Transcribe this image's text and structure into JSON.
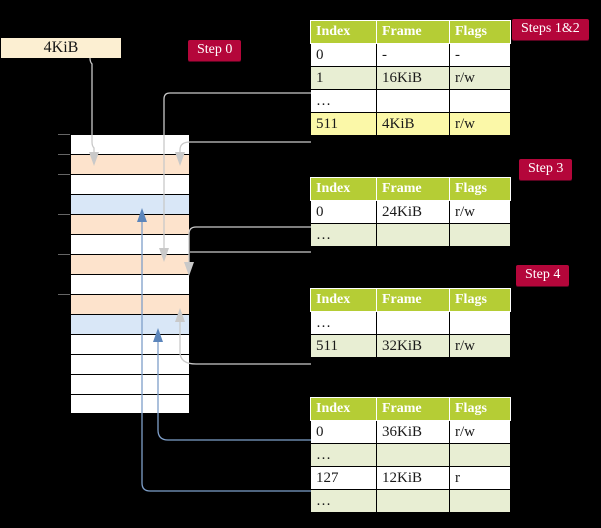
{
  "diagram": {
    "title_label": "4KiB",
    "badges": [
      {
        "id": "step0",
        "label": "Step 0"
      },
      {
        "id": "steps12",
        "label": "Steps 1&2"
      },
      {
        "id": "step3",
        "label": "Step 3"
      },
      {
        "id": "step4",
        "label": "Step 4"
      }
    ],
    "memory_blocks": [
      {
        "index": 0,
        "fill": "white",
        "tick": true
      },
      {
        "index": 1,
        "fill": "peach",
        "tick": true
      },
      {
        "index": 2,
        "fill": "white",
        "tick": true
      },
      {
        "index": 3,
        "fill": "blue",
        "tick": false
      },
      {
        "index": 4,
        "fill": "peach",
        "tick": true
      },
      {
        "index": 5,
        "fill": "white",
        "tick": false
      },
      {
        "index": 6,
        "fill": "peach",
        "tick": true
      },
      {
        "index": 7,
        "fill": "white",
        "tick": false
      },
      {
        "index": 8,
        "fill": "peach",
        "tick": true
      },
      {
        "index": 9,
        "fill": "blue",
        "tick": false
      },
      {
        "index": 10,
        "fill": "white",
        "tick": false
      },
      {
        "index": 11,
        "fill": "white",
        "tick": false
      },
      {
        "index": 12,
        "fill": "white",
        "tick": false
      },
      {
        "index": 13,
        "fill": "white",
        "tick": false
      }
    ],
    "tables": [
      {
        "id": "table-pml4",
        "headers": [
          "Index",
          "Frame",
          "Flags"
        ],
        "rows": [
          {
            "style": "plain",
            "cells": [
              "0",
              "-",
              "-"
            ],
            "hl": [
              false,
              false,
              false
            ]
          },
          {
            "style": "alt",
            "cells": [
              "1",
              "16KiB",
              "r/w"
            ],
            "hl": [
              false,
              false,
              false
            ]
          },
          {
            "style": "plain",
            "cells": [
              "…",
              "",
              ""
            ],
            "hl": [
              false,
              false,
              false
            ]
          },
          {
            "style": "alt",
            "cells": [
              "511",
              "4KiB",
              "r/w"
            ],
            "hl": [
              true,
              true,
              true
            ]
          }
        ]
      },
      {
        "id": "table-pdp",
        "headers": [
          "Index",
          "Frame",
          "Flags"
        ],
        "rows": [
          {
            "style": "plain",
            "cells": [
              "0",
              "24KiB",
              "r/w"
            ],
            "hl": [
              false,
              false,
              false
            ]
          },
          {
            "style": "alt",
            "cells": [
              "…",
              "",
              ""
            ],
            "hl": [
              false,
              false,
              false
            ]
          }
        ]
      },
      {
        "id": "table-pd",
        "headers": [
          "Index",
          "Frame",
          "Flags"
        ],
        "rows": [
          {
            "style": "plain",
            "cells": [
              "…",
              "",
              ""
            ],
            "hl": [
              false,
              false,
              false
            ]
          },
          {
            "style": "alt",
            "cells": [
              "511",
              "32KiB",
              "r/w"
            ],
            "hl": [
              false,
              false,
              false
            ]
          }
        ]
      },
      {
        "id": "table-pt",
        "headers": [
          "Index",
          "Frame",
          "Flags"
        ],
        "rows": [
          {
            "style": "plain",
            "cells": [
              "0",
              "36KiB",
              "r/w"
            ],
            "hl": [
              false,
              false,
              false
            ]
          },
          {
            "style": "alt",
            "cells": [
              "…",
              "",
              ""
            ],
            "hl": [
              false,
              false,
              false
            ]
          },
          {
            "style": "plain",
            "cells": [
              "127",
              "12KiB",
              "r"
            ],
            "hl": [
              false,
              false,
              false
            ]
          },
          {
            "style": "alt",
            "cells": [
              "…",
              "",
              ""
            ],
            "hl": [
              false,
              false,
              false
            ]
          }
        ]
      }
    ],
    "colors": {
      "badge_bg": "#b4063a",
      "header_bg": "#b5cd35",
      "alt_row_bg": "#e8eed3",
      "highlight_bg": "#fbf8a8",
      "peach": "#fde3cc",
      "blue": "#d9e7f7",
      "label_bg": "#fcefd2",
      "grey_wire": "#c9c9c9",
      "blue_wire": "#7e9fc9",
      "background": "#000000"
    }
  }
}
